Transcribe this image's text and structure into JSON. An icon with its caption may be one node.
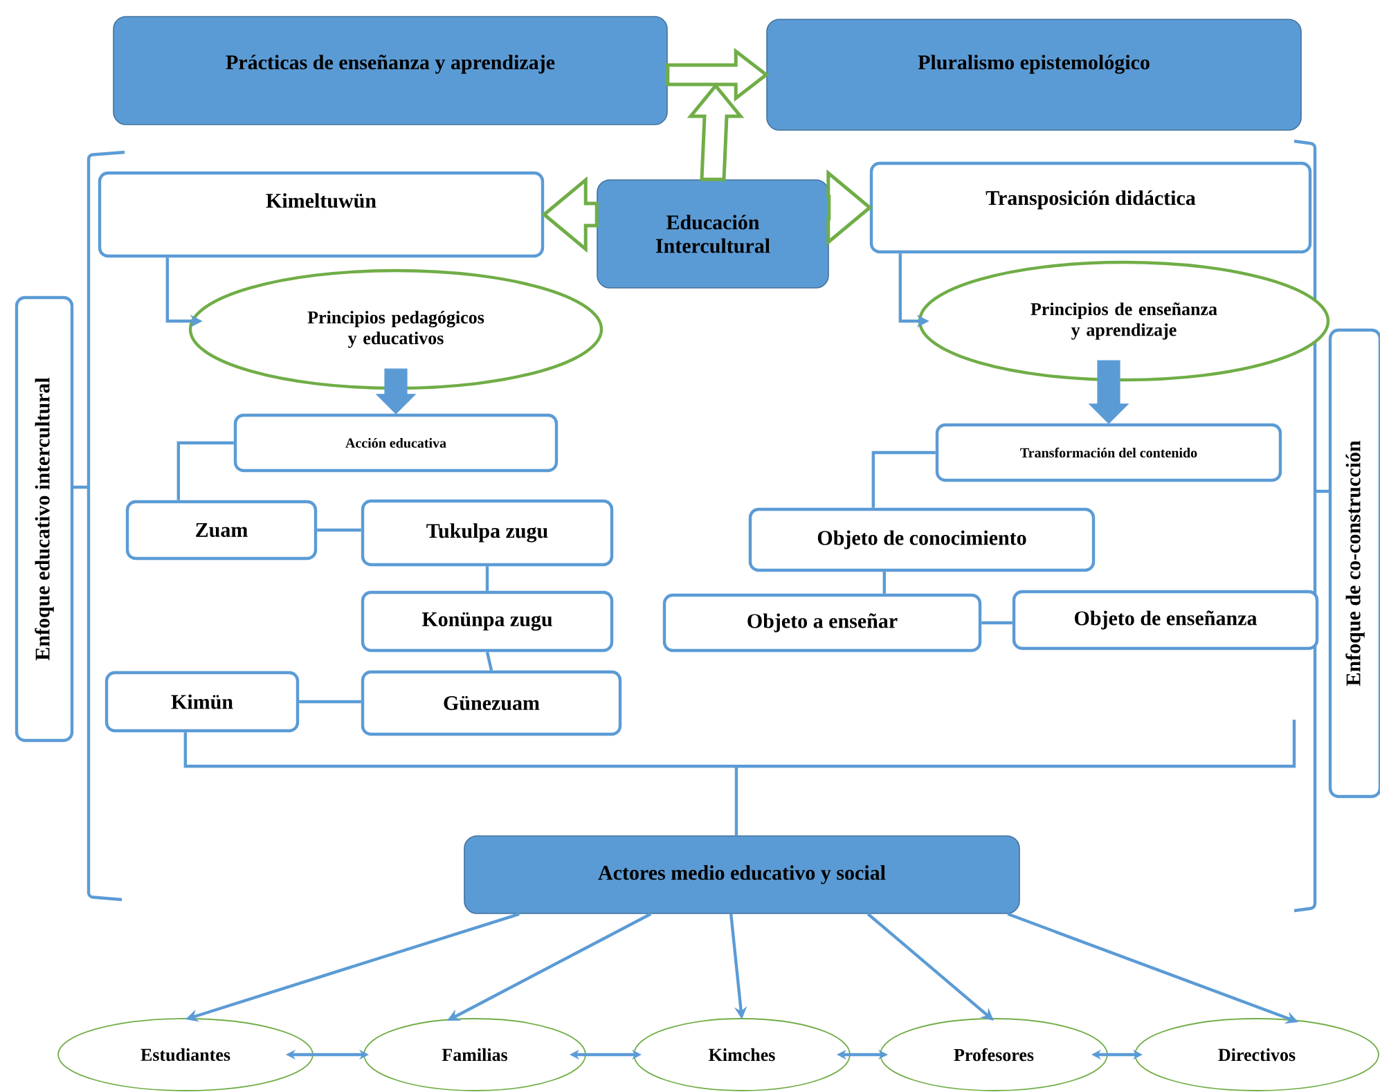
{
  "diagram": {
    "nodes": [
      {
        "text": [
          "Prácticas de enseñanza y aprendizaje"
        ]
      },
      {
        "text": [
          "Pluralismo epistemológico"
        ]
      },
      {
        "text": [
          "Enfoque educativo intercultural"
        ]
      },
      {
        "text": [
          "Educación Intercultural"
        ]
      },
      {
        "text": [
          "Kimeltuwün"
        ]
      },
      {
        "text": [
          "Transposición didáctica"
        ]
      },
      {
        "text": [
          "Principios pedagógicos y educativos"
        ]
      },
      {
        "text": [
          "Principios de enseñanza y aprendizaje"
        ]
      },
      {
        "text": [
          "Acción educativa"
        ]
      },
      {
        "text": [
          "Transformación del contenido"
        ]
      },
      {
        "text": [
          "Zuam"
        ]
      },
      {
        "text": [
          "Tukulpa zugu"
        ]
      },
      {
        "text": [
          "Objeto de conocimiento"
        ]
      },
      {
        "text": [
          "Konünpa zugu"
        ]
      },
      {
        "text": [
          "Objeto a enseñar"
        ]
      },
      {
        "text": [
          "Objeto de enseñanza"
        ]
      },
      {
        "text": [
          "Kimün"
        ]
      },
      {
        "text": [
          "Günezuam"
        ]
      },
      {
        "text": [
          "Enfoque de co-construcción"
        ]
      },
      {
        "text": [
          "Actores medio educativo y social"
        ]
      },
      {
        "text": [
          "Estudiantes"
        ]
      },
      {
        "text": [
          "Familias"
        ]
      },
      {
        "text": [
          "Kimches"
        ]
      },
      {
        "text": [
          "Profesores"
        ]
      },
      {
        "text": [
          "Directivos"
        ]
      }
    ],
    "edges": [
      {
        "from": 0,
        "to": 1,
        "arrow": "to",
        "style": "thick",
        "color": "#70ad47"
      },
      {
        "from": 3,
        "to": null,
        "arrow": "to",
        "style": "thick",
        "color": "#70ad47"
      },
      {
        "from": 3,
        "to": 4,
        "arrow": "to",
        "style": "thick",
        "color": "#70ad47"
      },
      {
        "from": 3,
        "to": 5,
        "arrow": "to",
        "style": "thick",
        "color": "#70ad47"
      },
      {
        "from": 4,
        "to": 6,
        "arrow": "to"
      },
      {
        "from": 5,
        "to": 7,
        "arrow": "to"
      },
      {
        "from": 6,
        "to": 8,
        "arrow": "to",
        "style": "thick"
      },
      {
        "from": 7,
        "to": 9,
        "arrow": "to",
        "style": "thick"
      },
      {
        "from": 8,
        "to": 10,
        "arrow": "none"
      },
      {
        "from": 10,
        "to": 11,
        "arrow": "none"
      },
      {
        "from": 11,
        "to": 13,
        "arrow": "none"
      },
      {
        "from": 13,
        "to": 17,
        "arrow": "none"
      },
      {
        "from": 16,
        "to": 17,
        "arrow": "none"
      },
      {
        "from": 9,
        "to": 12,
        "arrow": "none"
      },
      {
        "from": 12,
        "to": 14,
        "arrow": "none"
      },
      {
        "from": 14,
        "to": 15,
        "arrow": "none"
      },
      {
        "from": 16,
        "to": 19,
        "arrow": "none"
      },
      {
        "from": 19,
        "to": 20,
        "arrow": "to"
      },
      {
        "from": 19,
        "to": 21,
        "arrow": "to"
      },
      {
        "from": 19,
        "to": 22,
        "arrow": "to"
      },
      {
        "from": 19,
        "to": 23,
        "arrow": "to"
      },
      {
        "from": 19,
        "to": 24,
        "arrow": "to"
      },
      {
        "from": 20,
        "to": 21,
        "arrow": "both"
      },
      {
        "from": 21,
        "to": 22,
        "arrow": "both"
      },
      {
        "from": 22,
        "to": 23,
        "arrow": "both"
      },
      {
        "from": 23,
        "to": 24,
        "arrow": "both"
      }
    ]
  }
}
